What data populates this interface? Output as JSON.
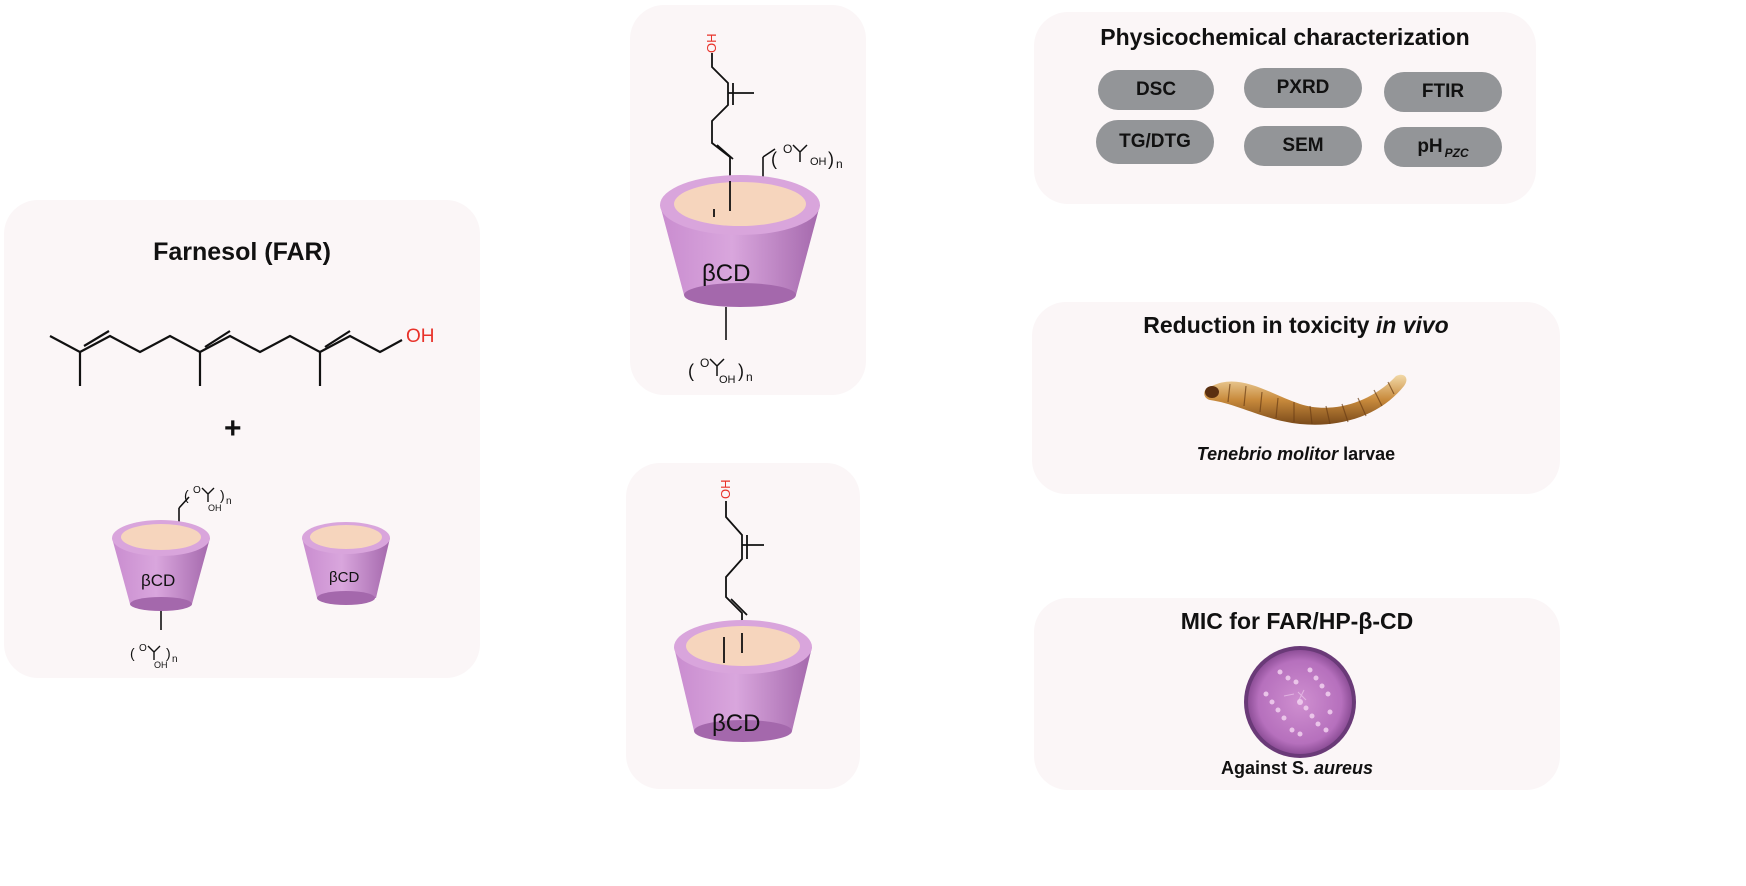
{
  "left_panel": {
    "title": "Farnesol (FAR)",
    "oh_label": "OH",
    "plus": "+",
    "cd_label": "βCD",
    "sub_o": "O",
    "sub_oh": "OH",
    "sub_n": "n"
  },
  "complex_top": {
    "cd_label": "βCD",
    "oh_label": "OH",
    "sub_o": "O",
    "sub_oh": "OH",
    "sub_n": "n"
  },
  "complex_bottom": {
    "cd_label": "βCD",
    "oh_label": "OH"
  },
  "physchem": {
    "title": "Physicochemical characterization",
    "pills": [
      "DSC",
      "PXRD",
      "FTIR",
      "TG/DTG",
      "SEM",
      "pH"
    ],
    "ph_sub": "PZC"
  },
  "toxicity": {
    "title_main": "Reduction in toxicity ",
    "title_em": "in vivo",
    "caption_em": "Tenebrio molitor",
    "caption_rest": " larvae"
  },
  "mic": {
    "title": "MIC for FAR/HP-β-CD",
    "caption_main": "Against S. ",
    "caption_em": "aureus"
  },
  "colors": {
    "cup_body": "#c07fc5",
    "cup_rim": "#d9a5dc",
    "cup_inner": "#f6d5bd",
    "red": "#e8322a",
    "pill": "#939598",
    "panel": "#fbf6f7"
  }
}
